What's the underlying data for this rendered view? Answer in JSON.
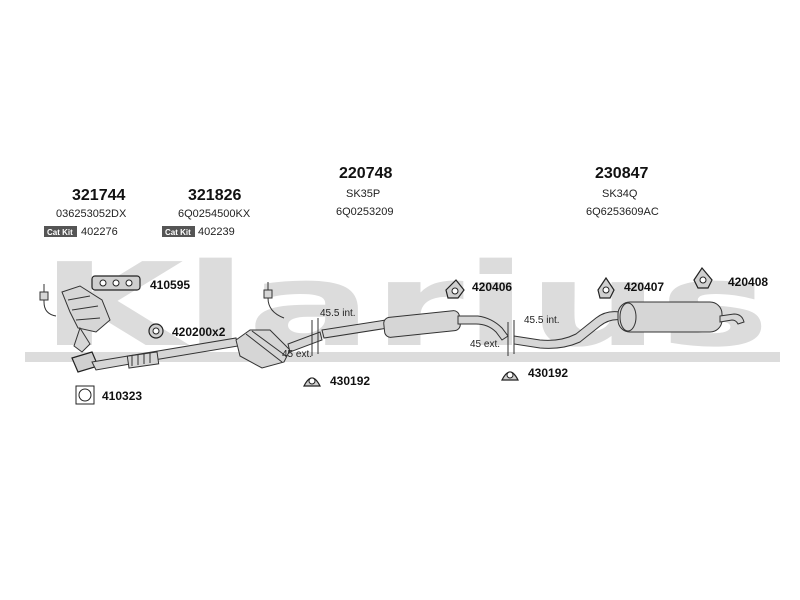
{
  "watermark": "Klarius",
  "groups": [
    {
      "part_number": "321744",
      "oe_ref": "036253052DX",
      "cat_kit_label": "Cat Kit",
      "cat_kit_number": "402276"
    },
    {
      "part_number": "321826",
      "oe_ref": "6Q0254500KX",
      "cat_kit_label": "Cat Kit",
      "cat_kit_number": "402239"
    },
    {
      "part_number": "220748",
      "code": "SK35P",
      "oe_ref": "6Q0253209"
    },
    {
      "part_number": "230847",
      "code": "SK34Q",
      "oe_ref": "6Q6253609AC"
    }
  ],
  "fittings": {
    "f410595": "410595",
    "f420200": "420200x2",
    "f410323": "410323",
    "f430192_a": "430192",
    "f420406": "420406",
    "f430192_b": "430192",
    "f420407": "420407",
    "f420408": "420408"
  },
  "dimensions": {
    "int_1": "45.5 int.",
    "ext_1": "45 ext.",
    "int_2": "45.5 int.",
    "ext_2": "45 ext."
  }
}
